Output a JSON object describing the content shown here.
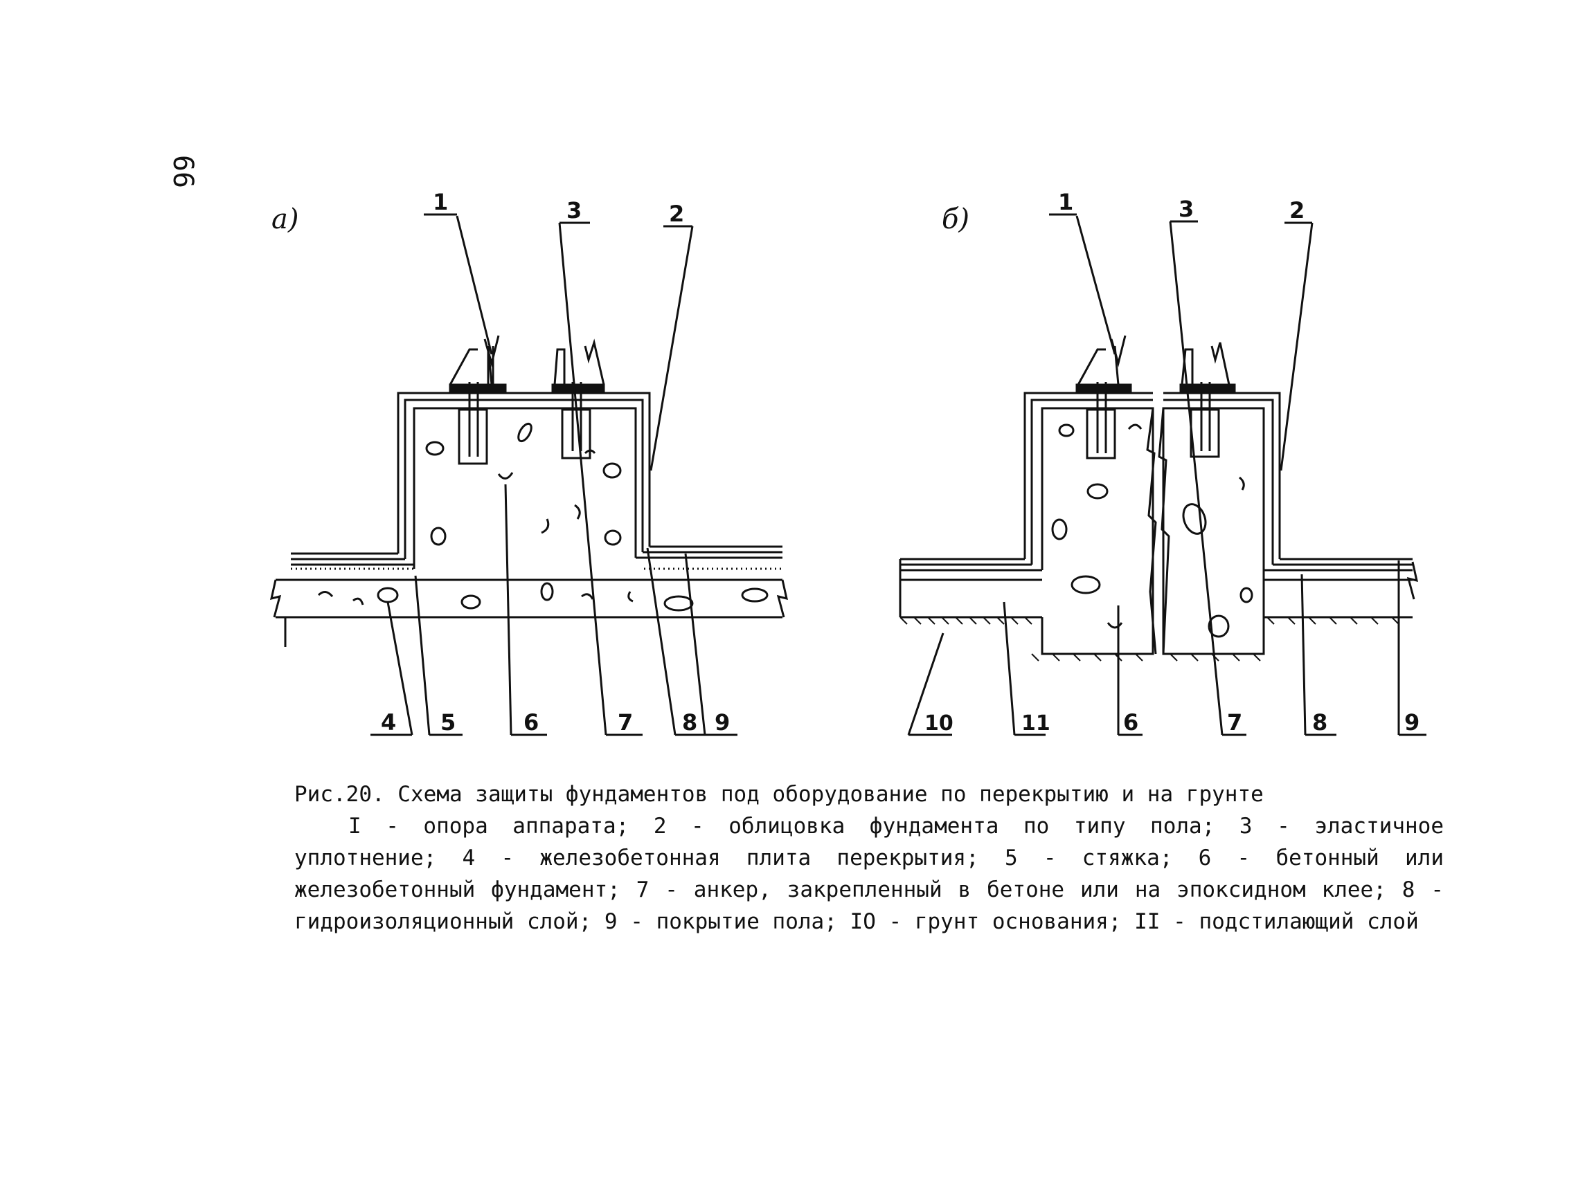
{
  "page_number": "66",
  "figure": {
    "panel_a_label": "а)",
    "panel_b_label": "б)",
    "callouts_a_top": [
      "1",
      "3",
      "2"
    ],
    "callouts_a_bottom": [
      "4",
      "5",
      "6",
      "7",
      "8",
      "9"
    ],
    "callouts_b_top": [
      "1",
      "3",
      "2"
    ],
    "callouts_b_bottom": [
      "10",
      "11",
      "6",
      "7",
      "8",
      "9"
    ]
  },
  "caption": {
    "title": "Рис.20. Схема защиты фундаментов под оборудование по перекрытию и на грунте",
    "legend": "I - опора аппарата; 2 - облицовка фундамента по типу пола; 3 - эластичное уплотнение; 4 - железобетонная плита перекрытия; 5 - стяжка; 6 - бетонный или железобетонный фундамент; 7 - анкер, закрепленный в бетоне или на эпоксидном клее; 8 - гидроизоляционный слой; 9 - покрытие пола; IO - грунт основания; II - подстилающий слой"
  }
}
